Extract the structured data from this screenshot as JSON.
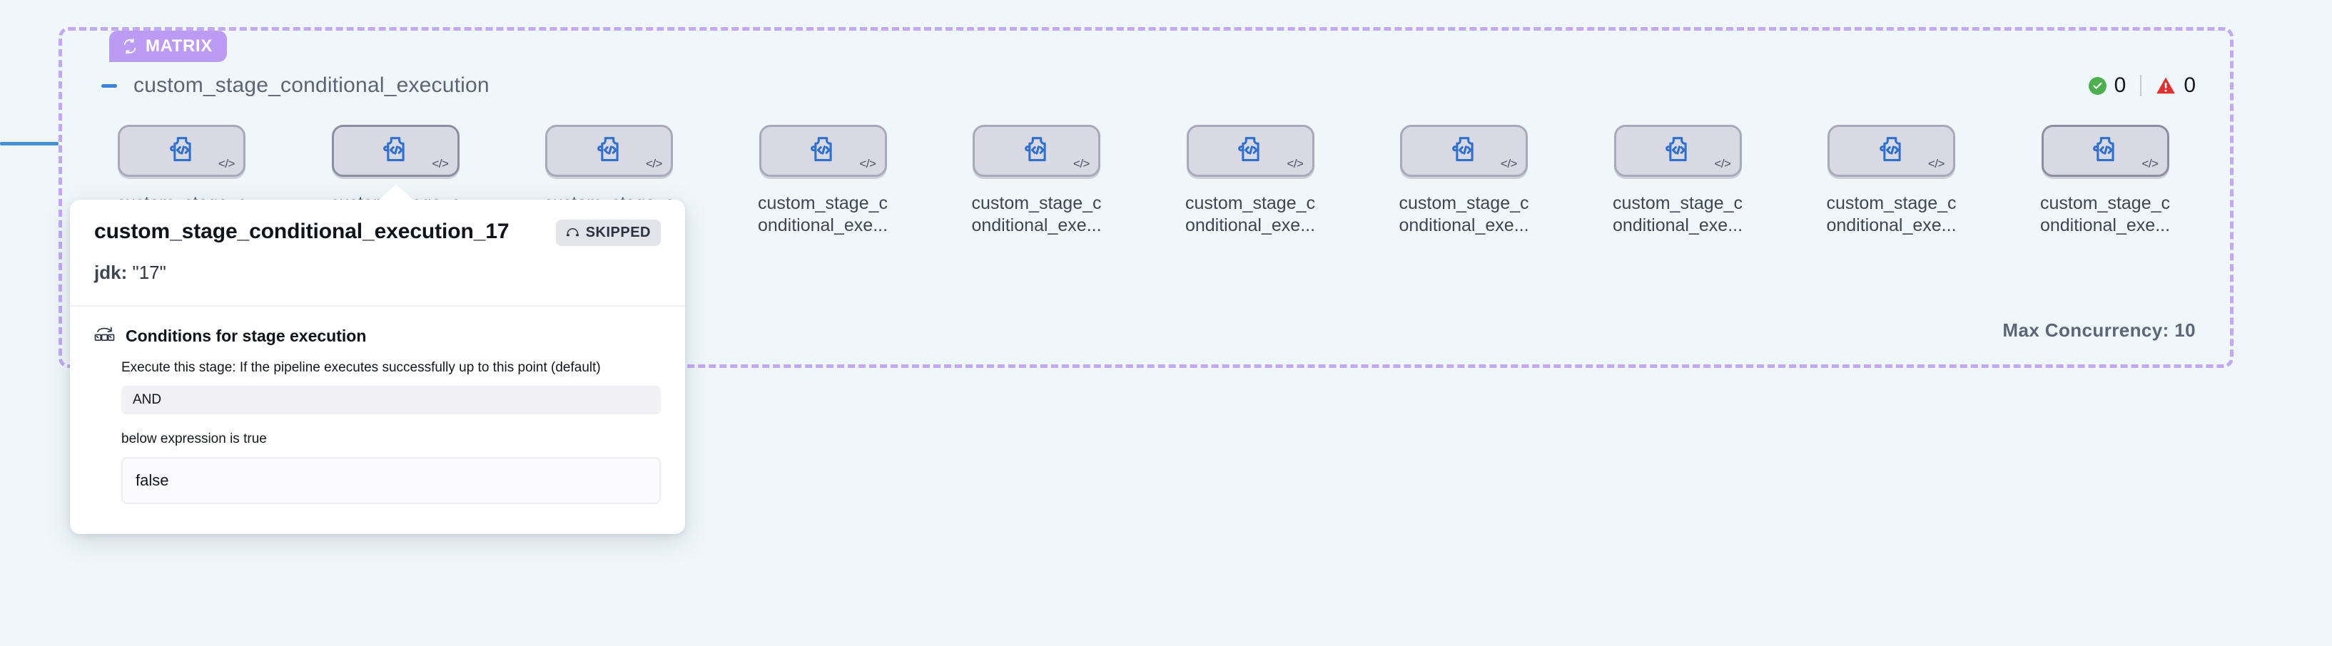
{
  "group": {
    "badge_label": "MATRIX",
    "badge_icon": "loop-icon",
    "title": "custom_stage_conditional_execution",
    "collapse_icon": "minus-icon",
    "max_concurrency": "Max Concurrency: 10",
    "accent_purple": "#bb9bf3",
    "border_purple": "#c3a8f6",
    "background": "#eff7fa"
  },
  "status": {
    "success_icon": "check-circle-icon",
    "success_count": "0",
    "warning_icon": "warning-triangle-icon",
    "warning_count": "0",
    "success_color": "#4caf50",
    "warning_color": "#e03030"
  },
  "nodes": [
    {
      "label": "custom_stage_conditional_exe...",
      "icon": "plugin-code-icon",
      "badge": "</>",
      "selected": false
    },
    {
      "label": "custom_stage_conditional_exe...",
      "icon": "plugin-code-icon",
      "badge": "</>",
      "selected": true
    },
    {
      "label": "custom_stage_conditional_exe...",
      "icon": "plugin-code-icon",
      "badge": "</>",
      "selected": false
    },
    {
      "label": "custom_stage_conditional_exe...",
      "icon": "plugin-code-icon",
      "badge": "</>",
      "selected": false
    },
    {
      "label": "custom_stage_conditional_exe...",
      "icon": "plugin-code-icon",
      "badge": "</>",
      "selected": false
    },
    {
      "label": "custom_stage_conditional_exe...",
      "icon": "plugin-code-icon",
      "badge": "</>",
      "selected": false
    },
    {
      "label": "custom_stage_conditional_exe...",
      "icon": "plugin-code-icon",
      "badge": "</>",
      "selected": false
    },
    {
      "label": "custom_stage_conditional_exe...",
      "icon": "plugin-code-icon",
      "badge": "</>",
      "selected": false
    },
    {
      "label": "custom_stage_conditional_exe...",
      "icon": "plugin-code-icon",
      "badge": "</>",
      "selected": false
    },
    {
      "label": "custom_stage_conditional_exe...",
      "icon": "plugin-code-icon",
      "badge": "</>",
      "selected": true
    }
  ],
  "popover": {
    "title": "custom_stage_conditional_execution_17",
    "status_badge": "SKIPPED",
    "status_badge_icon": "skip-arc-icon",
    "param_key": "jdk:",
    "param_value": "\"17\"",
    "conditions": {
      "icon": "conditional-branch-icon",
      "heading": "Conditions for stage execution",
      "description": "Execute this stage: If the pipeline executes successfully up to this point (default)",
      "operator": "AND",
      "note": "below expression is true",
      "expression": "false"
    }
  }
}
